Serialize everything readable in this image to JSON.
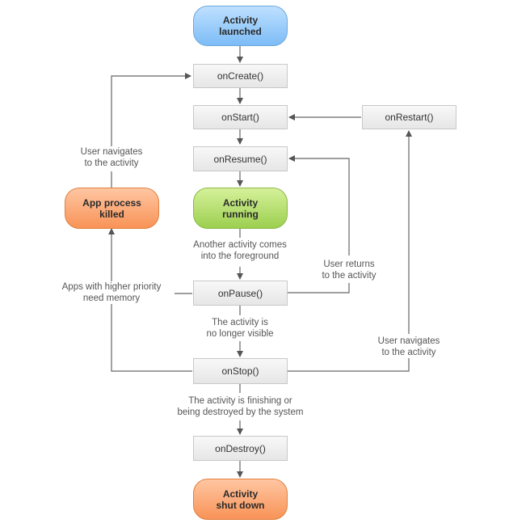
{
  "nodes": {
    "launched": "Activity\nlaunched",
    "on_create": "onCreate()",
    "on_start": "onStart()",
    "on_restart": "onRestart()",
    "on_resume": "onResume()",
    "app_killed": "App process\nkilled",
    "running": "Activity\nrunning",
    "on_pause": "onPause()",
    "on_stop": "onStop()",
    "on_destroy": "onDestroy()",
    "shut_down": "Activity\nshut down"
  },
  "labels": {
    "user_navigates_left": "User navigates\nto the activity",
    "another_activity": "Another activity comes\ninto the foreground",
    "user_returns": "User returns\nto the activity",
    "apps_higher_priority": "Apps with higher priority\nneed memory",
    "no_longer_visible": "The activity is\nno longer visible",
    "user_navigates_right": "User navigates\nto the activity",
    "finishing": "The activity is finishing or\nbeing destroyed by the system"
  },
  "colors": {
    "launched": "#7cbcf6",
    "running": "#9ccf4f",
    "killed_and_shutdown": "#f89357",
    "arrow": "#555555"
  }
}
